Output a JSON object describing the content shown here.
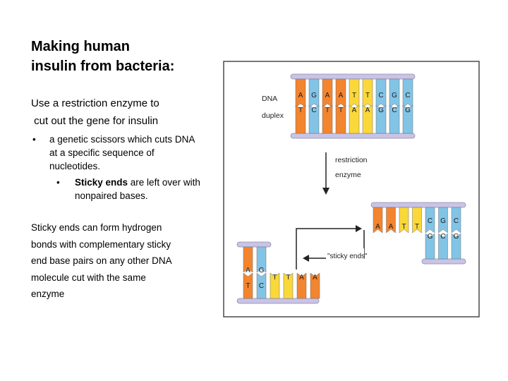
{
  "slide": {
    "title_line1": "Making human",
    "title_line2": "insulin from bacteria:",
    "lead_line1": "Use a restriction enzyme to",
    "lead_line2": " cut out the gene for insulin",
    "bullet1": "a genetic scissors which cuts DNA at a specific sequence of nucleotides.",
    "bullet2_bold": "Sticky ends",
    "bullet2_rest": " are left over with nonpaired bases.",
    "para_lines": [
      "Sticky ends can form hydrogen",
      "bonds with complementary sticky",
      "end base pairs on any other DNA",
      "molecule cut with the same",
      "enzyme"
    ],
    "bullet_glyph": "•"
  },
  "diagram": {
    "dna_label": "DNA",
    "duplex_label": "duplex",
    "restriction_label": "restriction",
    "enzyme_label": "enzyme",
    "sticky_label": "\"sticky ends\"",
    "duplex": {
      "top": [
        "A",
        "G",
        "A",
        "A",
        "T",
        "T",
        "C",
        "G",
        "C"
      ],
      "bottom": [
        "T",
        "C",
        "T",
        "T",
        "A",
        "A",
        "G",
        "C",
        "G"
      ],
      "colors": [
        "#f3852f",
        "#82c4e6",
        "#f3852f",
        "#f3852f",
        "#fbd83a",
        "#fbd83a",
        "#82c4e6",
        "#82c4e6",
        "#82c4e6"
      ]
    },
    "right_fragment": {
      "top": [
        "A",
        "A",
        "T",
        "T",
        "C",
        "G",
        "C"
      ],
      "bottom": [
        "",
        "",
        "",
        "",
        "G",
        "C",
        "G"
      ],
      "colors": [
        "#f3852f",
        "#f3852f",
        "#fbd83a",
        "#fbd83a",
        "#82c4e6",
        "#82c4e6",
        "#82c4e6"
      ]
    },
    "left_fragment": {
      "top": [
        "A",
        "G",
        "",
        "",
        "",
        "",
        ""
      ],
      "bottom": [
        "T",
        "C",
        "T",
        "T",
        "A",
        "A"
      ],
      "colors": [
        "#f3852f",
        "#82c4e6",
        "#fbd83a",
        "#fbd83a",
        "#f3852f",
        "#f3852f"
      ]
    },
    "colors": {
      "backbone": "#c9c4e6",
      "backbone_stroke": "#8f8aa8",
      "orange": "#f3852f",
      "yellow": "#fbd83a",
      "blue": "#82c4e6",
      "border": "#4a4a4a"
    }
  }
}
